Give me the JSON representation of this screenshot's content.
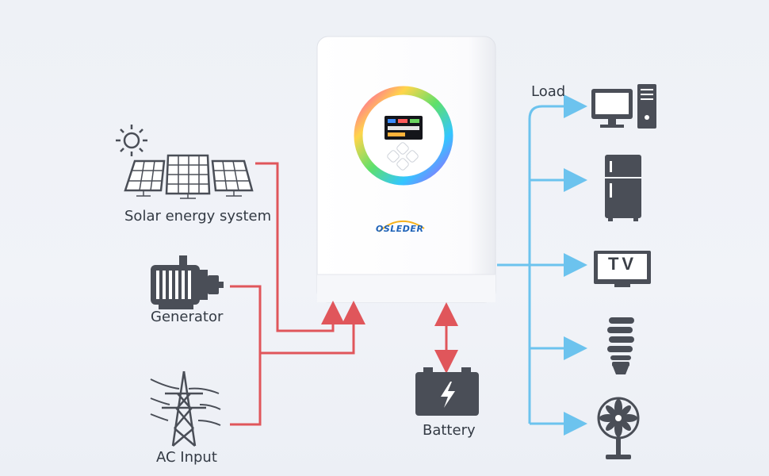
{
  "labels": {
    "solar": "Solar energy system",
    "generator": "Generator",
    "ac_input": "AC Input",
    "battery": "Battery",
    "load": "Load"
  },
  "device": {
    "brand": "OSLEDER"
  },
  "loads": {
    "tv_text": "TV"
  },
  "colors": {
    "input_line": "#e0565b",
    "output_line": "#6cc3ee",
    "icon": "#4a4e57"
  },
  "icons": [
    "sun-icon",
    "solar-panel-icon",
    "generator-icon",
    "transmission-tower-icon",
    "battery-icon",
    "computer-icon",
    "refrigerator-icon",
    "tv-icon",
    "light-bulb-icon",
    "fan-icon"
  ]
}
